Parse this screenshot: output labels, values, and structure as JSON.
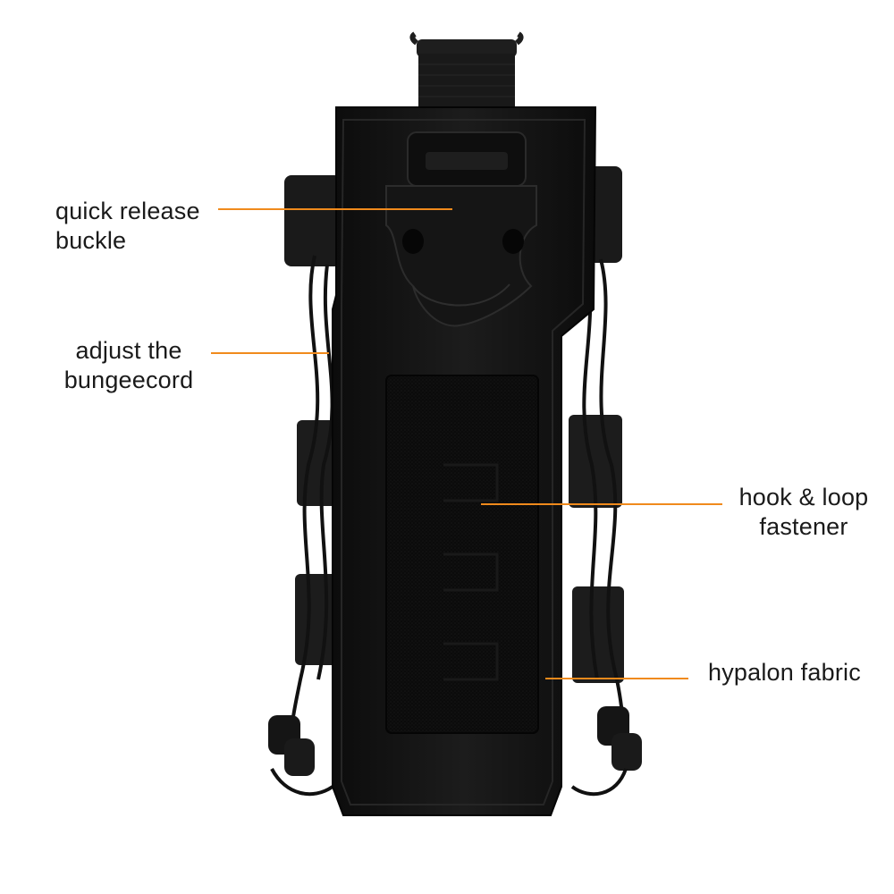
{
  "colors": {
    "leader": "#f08a1c",
    "pouch": "#121212",
    "panel": "#0a0a0a",
    "webbing": "#1b1b1b"
  },
  "callouts": {
    "buckle": {
      "line1": "quick release",
      "line2": "buckle"
    },
    "bungee": {
      "line1": "adjust the",
      "line2": "bungeecord"
    },
    "hookloop": {
      "line1": "hook & loop",
      "line2": "fastener"
    },
    "fabric": {
      "line1": "hypalon fabric"
    }
  }
}
